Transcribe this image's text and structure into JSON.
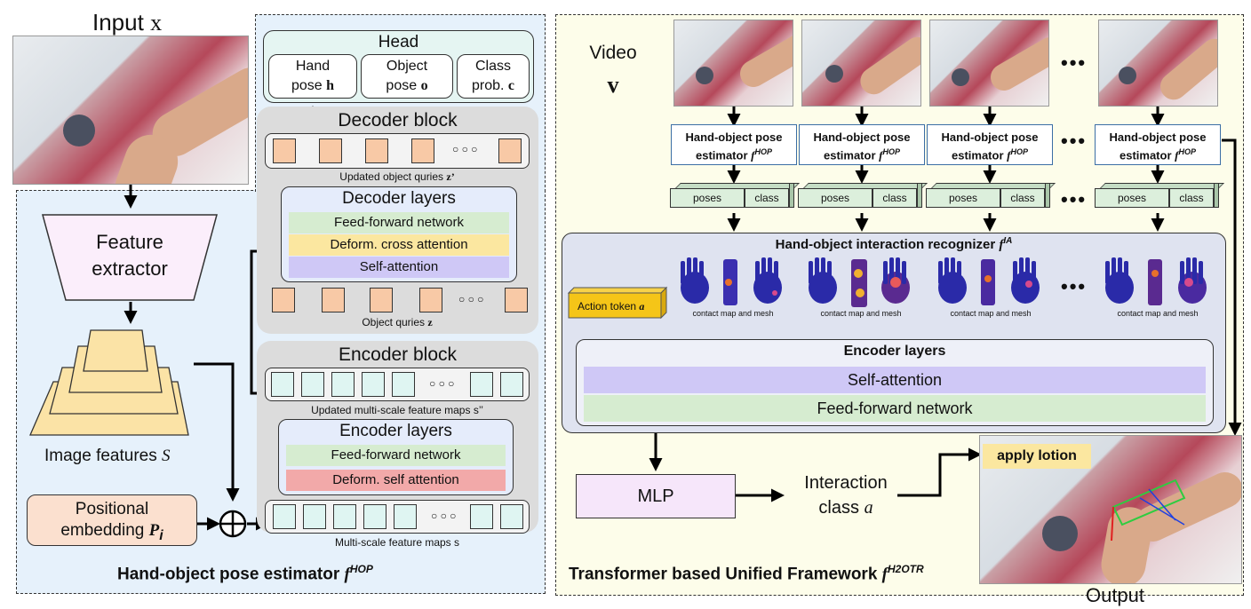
{
  "input_title": "Input",
  "input_var": "x",
  "feature_extractor": [
    "Feature",
    "extractor"
  ],
  "image_features": "Image features",
  "image_features_var": "S",
  "positional": [
    "Positional",
    "embedding"
  ],
  "positional_var": "P",
  "positional_sub": "i",
  "left_caption": "Hand-object pose estimator",
  "left_caption_sup": "HOP",
  "head": {
    "title": "Head",
    "hand": [
      "Hand",
      "pose"
    ],
    "hand_var": "h",
    "object": [
      "Object",
      "pose"
    ],
    "object_var": "o",
    "cls": [
      "Class",
      "prob."
    ],
    "cls_var": "c"
  },
  "decoder_block": "Decoder block",
  "updated_queries": "Updated object quries",
  "updated_queries_var": "z’",
  "decoder_layers": {
    "title": "Decoder layers",
    "ff": "Feed-forward network",
    "cross": "Deform. cross attention",
    "self": "Self-attention"
  },
  "object_queries": "Object quries",
  "object_queries_var": "z",
  "encoder_block": "Encoder block",
  "updated_maps": "Updated multi-scale feature maps s’’",
  "encoder_layers_left": {
    "title": "Encoder layers",
    "ff": "Feed-forward network",
    "deform": "Deform. self attention"
  },
  "multi_scale": "Multi-scale feature maps s",
  "ellipsis_small": "○ ○ ○",
  "video": "Video",
  "video_var": "v",
  "hop_label": [
    "Hand-object pose",
    "estimator"
  ],
  "hop_f": "f",
  "hop_sup": "HOP",
  "poses": "poses",
  "class": "class",
  "dots": "•••",
  "recognizer": "Hand-object interaction recognizer",
  "recognizer_f": "f",
  "recognizer_sup": "IA",
  "action_token": "Action token",
  "action_var": "a",
  "contact": "contact map and mesh",
  "encoder_layers_right": {
    "title": "Encoder layers",
    "self": "Self-attention",
    "ff": "Feed-forward network"
  },
  "mlp": "MLP",
  "interaction": [
    "Interaction",
    "class"
  ],
  "interaction_var": "a",
  "apply_lotion": "apply lotion",
  "output": "Output",
  "right_caption": "Transformer based Unified Framework",
  "right_caption_sup": "H2OTR",
  "colors": {
    "green": "#d6ecd0",
    "yellow": "#fbe7a0",
    "purple": "#cfc8f6",
    "red": "#f2a9a9",
    "orange": "#f8c9a6",
    "teal": "#dff5f2",
    "token": "#f5c518"
  }
}
